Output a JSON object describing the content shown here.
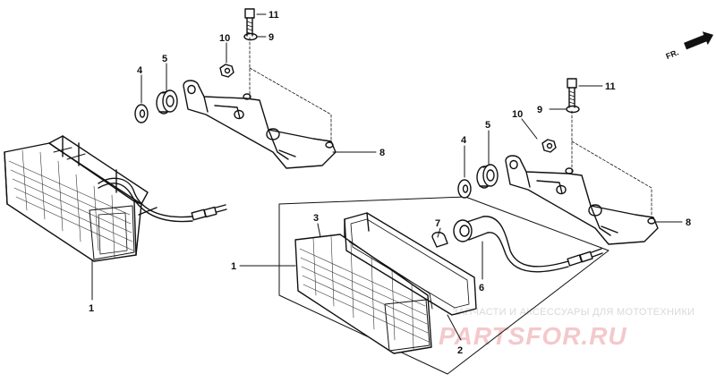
{
  "callouts": {
    "c1_left": "1",
    "c1_center": "1",
    "c2": "2",
    "c3": "3",
    "c4_left": "4",
    "c4_right": "4",
    "c5_left": "5",
    "c5_right": "5",
    "c6": "6",
    "c7": "7",
    "c8_left": "8",
    "c8_right": "8",
    "c9_left": "9",
    "c9_right": "9",
    "c10_left": "10",
    "c10_right": "10",
    "c11_left": "11",
    "c11_right": "11"
  },
  "direction_marker": "FR.",
  "watermark": {
    "tagline": "ЗАПЧАСТИ И АКСЕССУАРЫ ДЛЯ МОТОТЕХНИКИ",
    "logo": "PARTSFOR.RU"
  },
  "colors": {
    "line": "#111111",
    "watermark_logo": "#f3c9cc",
    "watermark_text": "#d9d9d9"
  }
}
